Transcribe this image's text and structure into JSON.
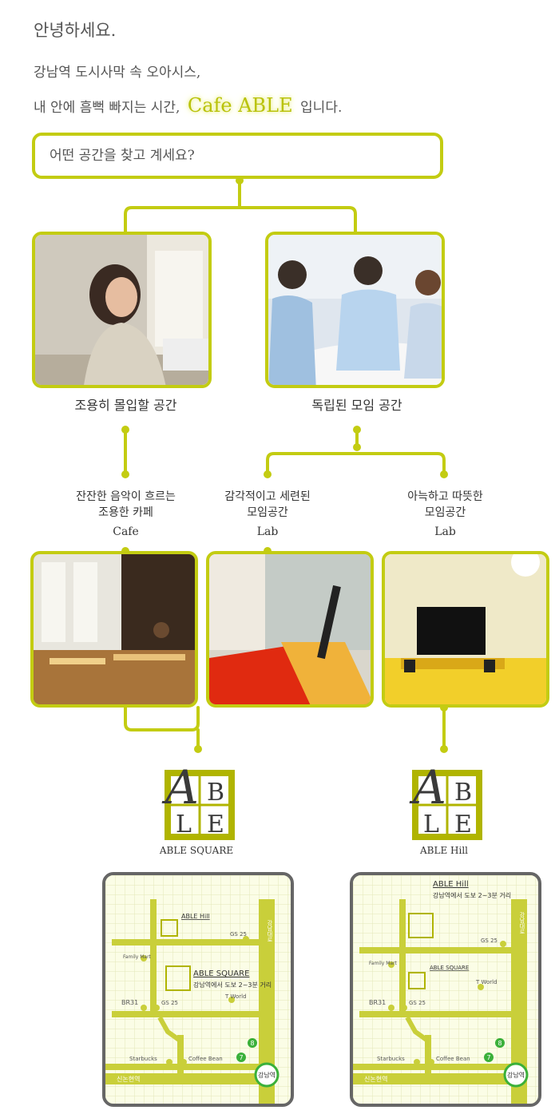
{
  "greeting": "안녕하세요.",
  "intro_line1": "강남역 도시사막 속 오아시스,",
  "intro_line2_pre": "내 안에 흠뻑 빠지는 시간,",
  "brand": "Cafe ABLE",
  "intro_line2_post": "입니다.",
  "question": "어떤 공간을 찾고 계세요?",
  "top_options": [
    {
      "label": "조용히 몰입할 공간"
    },
    {
      "label": "독립된 모임 공간"
    }
  ],
  "spaces": [
    {
      "desc1": "잔잔한 음악이 흐르는",
      "desc2": "조용한 카페",
      "tag": "Cafe"
    },
    {
      "desc1": "감각적이고 세련된",
      "desc2": "모임공간",
      "tag": "Lab"
    },
    {
      "desc1": "아늑하고 따뜻한",
      "desc2": "모임공간",
      "tag": "Lab"
    }
  ],
  "locations": [
    {
      "name": "ABLE SQUARE"
    },
    {
      "name": "ABLE Hill"
    }
  ],
  "logo_letters": {
    "a": "A",
    "b": "B",
    "l": "L",
    "e": "E"
  },
  "map1": {
    "able_hill": "ABLE Hill",
    "able_square": "ABLE SQUARE",
    "walk": "강남역에서 도보 2~3분 거리",
    "gs25_top": "GS 25",
    "gs25_mid": "GS 25",
    "family_mart": "Family Mart",
    "br31": "BR31",
    "tworld": "T World",
    "starbucks": "Starbucks",
    "coffee_bean": "Coffee Bean",
    "sinnonhyeon": "신논현역",
    "gangnam": "강남역",
    "gangnam_daero": "강남대로",
    "exit8": "8",
    "exit7": "7"
  },
  "map2": {
    "able_hill": "ABLE Hill",
    "able_square": "ABLE SQUARE",
    "walk": "강남역에서 도보 2~3분 거리",
    "gs25_top": "GS 25",
    "gs25_mid": "GS 25",
    "family_mart": "Family Mart",
    "br31": "BR31",
    "tworld": "T World",
    "starbucks": "Starbucks",
    "coffee_bean": "Coffee Bean",
    "sinnonhyeon": "신논현역",
    "gangnam": "강남역",
    "gangnam_daero": "강남대로",
    "exit8": "8",
    "exit7": "7"
  },
  "colors": {
    "accent": "#c3cc12",
    "logo_green": "#b0b400",
    "logo_dark": "#3a3a3a",
    "map_road": "#c9cf3a"
  },
  "icons": [
    "logo-a-icon",
    "photo-woman-phone",
    "photo-meeting",
    "photo-cafe-interior",
    "photo-lab-red",
    "photo-lab-yellow",
    "map-icon"
  ]
}
